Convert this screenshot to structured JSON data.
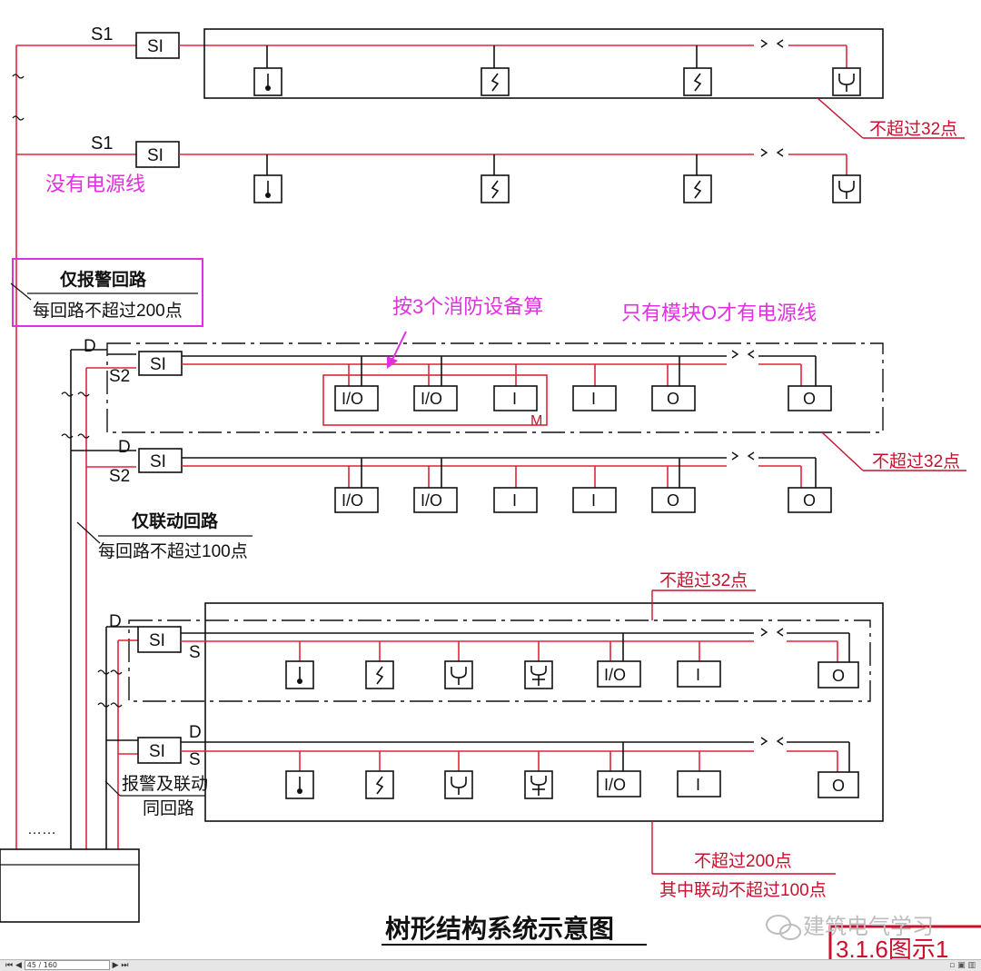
{
  "labels": {
    "s1_a": "S1",
    "s1_b": "S1",
    "si": "SI",
    "d": "D",
    "s2": "S2",
    "s": "S",
    "m": "M",
    "io": "I/O",
    "i": "I",
    "o": "O",
    "no_power_line": "没有电源线",
    "alarm_only_title": "仅报警回路",
    "alarm_only_limit": "每回路不超过200点",
    "count_as_3": "按3个消防设备算",
    "only_module_o_power": "只有模块O才有电源线",
    "max32_top": "不超过32点",
    "max32_mid": "不超过32点",
    "max32_bottom": "不超过32点",
    "linkage_only_title": "仅联动回路",
    "linkage_only_limit": "每回路不超过100点",
    "combined_title_1": "报警及联动",
    "combined_title_2": "同回路",
    "combined_limit_1": "不超过200点",
    "combined_limit_2": "其中联动不超过100点",
    "dots": "……",
    "title": "树形结构系统示意图",
    "figure_number": "3.1.6图示1",
    "watermark": "建筑电气学习"
  },
  "statusbar": {
    "nav": "⏮ ◀",
    "page": "45 / 160",
    "nav_next": "▶ ⏭",
    "tools": "▫ ▣ ▥"
  },
  "colors": {
    "signal_line": "#e0243a",
    "annotation_pink": "#e030e0",
    "annotation_red": "#c8102e",
    "outline": "#111111"
  },
  "devices": {
    "row1": [
      "smoke-detector",
      "heat-detector",
      "heat-detector",
      "manual-call-point"
    ],
    "row2": [
      "smoke-detector",
      "heat-detector",
      "heat-detector",
      "manual-call-point"
    ],
    "row3": [
      "I/O",
      "I/O",
      "I",
      "I",
      "O",
      "O"
    ],
    "row4": [
      "I/O",
      "I/O",
      "I",
      "I",
      "O",
      "O"
    ],
    "row5": [
      "smoke-detector",
      "heat-detector",
      "manual-call-point",
      "hydrant-button",
      "I/O",
      "I",
      "O"
    ],
    "row6": [
      "smoke-detector",
      "heat-detector",
      "manual-call-point",
      "hydrant-button",
      "I/O",
      "I",
      "O"
    ]
  }
}
